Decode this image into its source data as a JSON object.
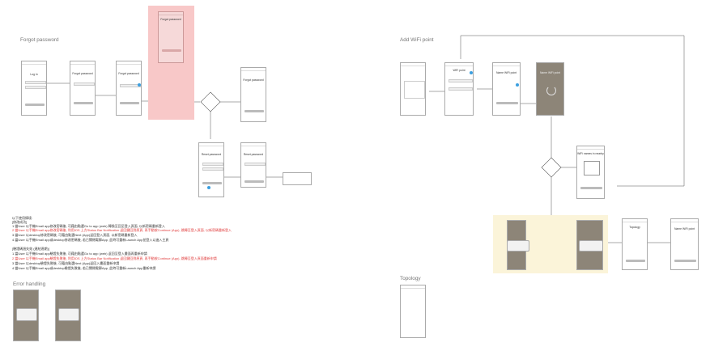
{
  "sections": {
    "forgot_password": "Forgot password",
    "add_wifi_point": "Add WiFi point",
    "error_handling": "Error handling",
    "topology": "Topology"
  },
  "screens": {
    "login": "Log in",
    "forgot_password": "Forgot password",
    "reset_password": "Reset password",
    "add_wifi_point": "WiFi point",
    "name_wifi_point": "Name WiFi point",
    "spinner_point": "Name WiFi point",
    "wifi_nearby": "WiFi names in nearby",
    "topology": "Topology",
    "name_wifi_point_2": "Name WiFi point"
  },
  "notes": {
    "heading": "以下使用情境:",
    "group1_title": "[修改成功]",
    "group1": [
      {
        "text": "1.當User 以手機Email app修改密碼後, 可藉由點選Go to app (web) 轉換至回至登入頁面, 以新密碼重新登入",
        "red": false
      },
      {
        "text": "2.當User 以手機Email app修改密碼後, 利用iOS 上方Status Bar Notification 返回鍵回到原頁, 再手動按Continue (App), 跳轉至登入頁面, 以新密碼重新登入",
        "red": true
      },
      {
        "text": "3.當User 以desktop修改密碼後, 可藉由點選Next (App)返回登入頁面, 以新密碼重新登入",
        "red": false
      },
      {
        "text": "4.當User 以手機Email app或desktop修改密碼後, 若已關閉電郵App, 此時可重新Launch App並登入以進入主頁",
        "red": false
      }
    ],
    "group2_title": "[驗證碼過失效 (連結過期)]",
    "group2": [
      {
        "text": "1.當User 以手機Email app驗證失敗後, 可藉由點選Go to app (web) 返回至登入畫面再重新申請",
        "red": false
      },
      {
        "text": "2.當User 以手機Email app驗證失敗後, 利用iOS 上方Status Bar Notification 返回鍵回到原頁, 再手動按Continue (App), 跳轉至登入頁面重新申請",
        "red": true
      },
      {
        "text": "3.當User 以desktop驗證失敗後, 可藉由點選Next (App)返回入畫面重新申請",
        "red": false
      },
      {
        "text": "4.當User 以手機Email app或desktop驗證失敗後, 若已關閉電郵App, 此時可重新Launch App重新申請",
        "red": false
      }
    ]
  }
}
